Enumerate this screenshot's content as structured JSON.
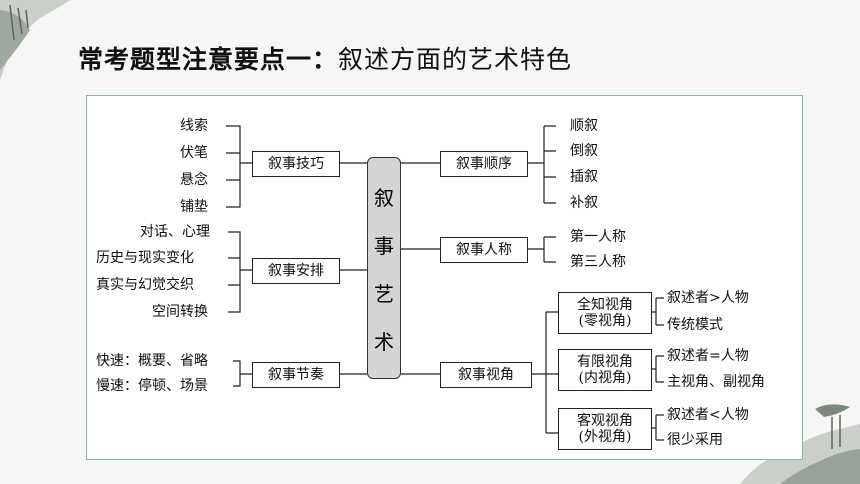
{
  "title": {
    "bold": "常考题型注意要点一：",
    "rest": "叙述方面的艺术特色"
  },
  "center_chars": [
    "叙",
    "事",
    "艺",
    "术"
  ],
  "left": [
    {
      "name": "叙事技巧",
      "items": [
        "线索",
        "伏笔",
        "悬念",
        "铺垫"
      ]
    },
    {
      "name": "叙事安排",
      "items": [
        "对话、心理",
        "历史与现实变化",
        "真实与幻觉交织",
        "空间转换"
      ]
    },
    {
      "name": "叙事节奏",
      "items": [
        "快速：概要、省略",
        "慢速：停顿、场景"
      ]
    }
  ],
  "right": [
    {
      "name": "叙事顺序",
      "items": [
        "顺叙",
        "倒叙",
        "插叙",
        "补叙"
      ]
    },
    {
      "name": "叙事人称",
      "items": [
        "第一人称",
        "第三人称"
      ]
    },
    {
      "name": "叙事视角",
      "subs": [
        {
          "line1": "全知视角",
          "line2": "(零视角)",
          "items": [
            "叙述者>人物",
            "传统模式"
          ]
        },
        {
          "line1": "有限视角",
          "line2": "(内视角)",
          "items": [
            "叙述者=人物",
            "主视角、副视角"
          ]
        },
        {
          "line1": "客观视角",
          "line2": "(外视角)",
          "items": [
            "叙述者<人物",
            "很少采用"
          ]
        }
      ]
    }
  ]
}
